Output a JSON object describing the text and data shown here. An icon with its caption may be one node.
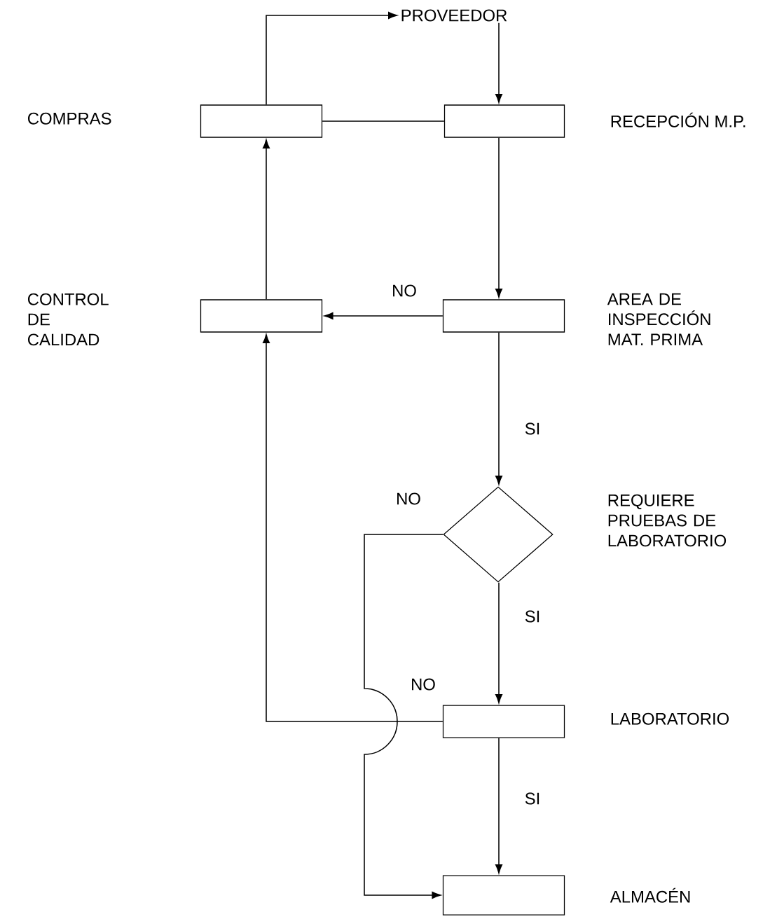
{
  "diagram": {
    "nodes": [
      {
        "text": [
          "PROVEEDOR"
        ]
      },
      {
        "text": [],
        "shape": "box"
      },
      {
        "text": [],
        "shape": "box",
        "beside": [
          "RECEPCIÓN M.P."
        ]
      },
      {
        "text": [],
        "shape": "box"
      },
      {
        "text": [],
        "shape": "box",
        "beside": [
          "AREA DE INSPECCIÓN MAT. PRIMA"
        ]
      },
      {
        "text": [],
        "shape": "diamond",
        "beside": [
          "REQUIERE PRUEBAS DE LABORATORIO"
        ]
      },
      {
        "text": [],
        "shape": "box",
        "beside": [
          "LABORATORIO"
        ]
      },
      {
        "text": [],
        "shape": "box",
        "beside": [
          "ALMACÉN"
        ]
      }
    ],
    "edges": [
      {
        "from": 1,
        "to": 0,
        "arrow": "to"
      },
      {
        "from": 0,
        "to": 2,
        "arrow": "to"
      },
      {
        "from": 1,
        "to": 2,
        "arrow": "none"
      },
      {
        "from": 2,
        "to": 4,
        "arrow": "to"
      },
      {
        "from": 4,
        "to": 3,
        "arrow": "to",
        "label": "NO"
      },
      {
        "from": 3,
        "to": 1,
        "arrow": "to"
      },
      {
        "from": 4,
        "to": 5,
        "arrow": "to",
        "label": "SI"
      },
      {
        "from": 5,
        "to": 6,
        "arrow": "to",
        "label": "SI"
      },
      {
        "from": 5,
        "to": 7,
        "arrow": "to",
        "label": "NO"
      },
      {
        "from": 6,
        "to": 3,
        "arrow": "to",
        "label": "NO"
      },
      {
        "from": 6,
        "to": 7,
        "arrow": "to",
        "label": "SI"
      }
    ],
    "labels": [
      "COMPRAS",
      "CONTROL DE CALIDAD"
    ]
  }
}
